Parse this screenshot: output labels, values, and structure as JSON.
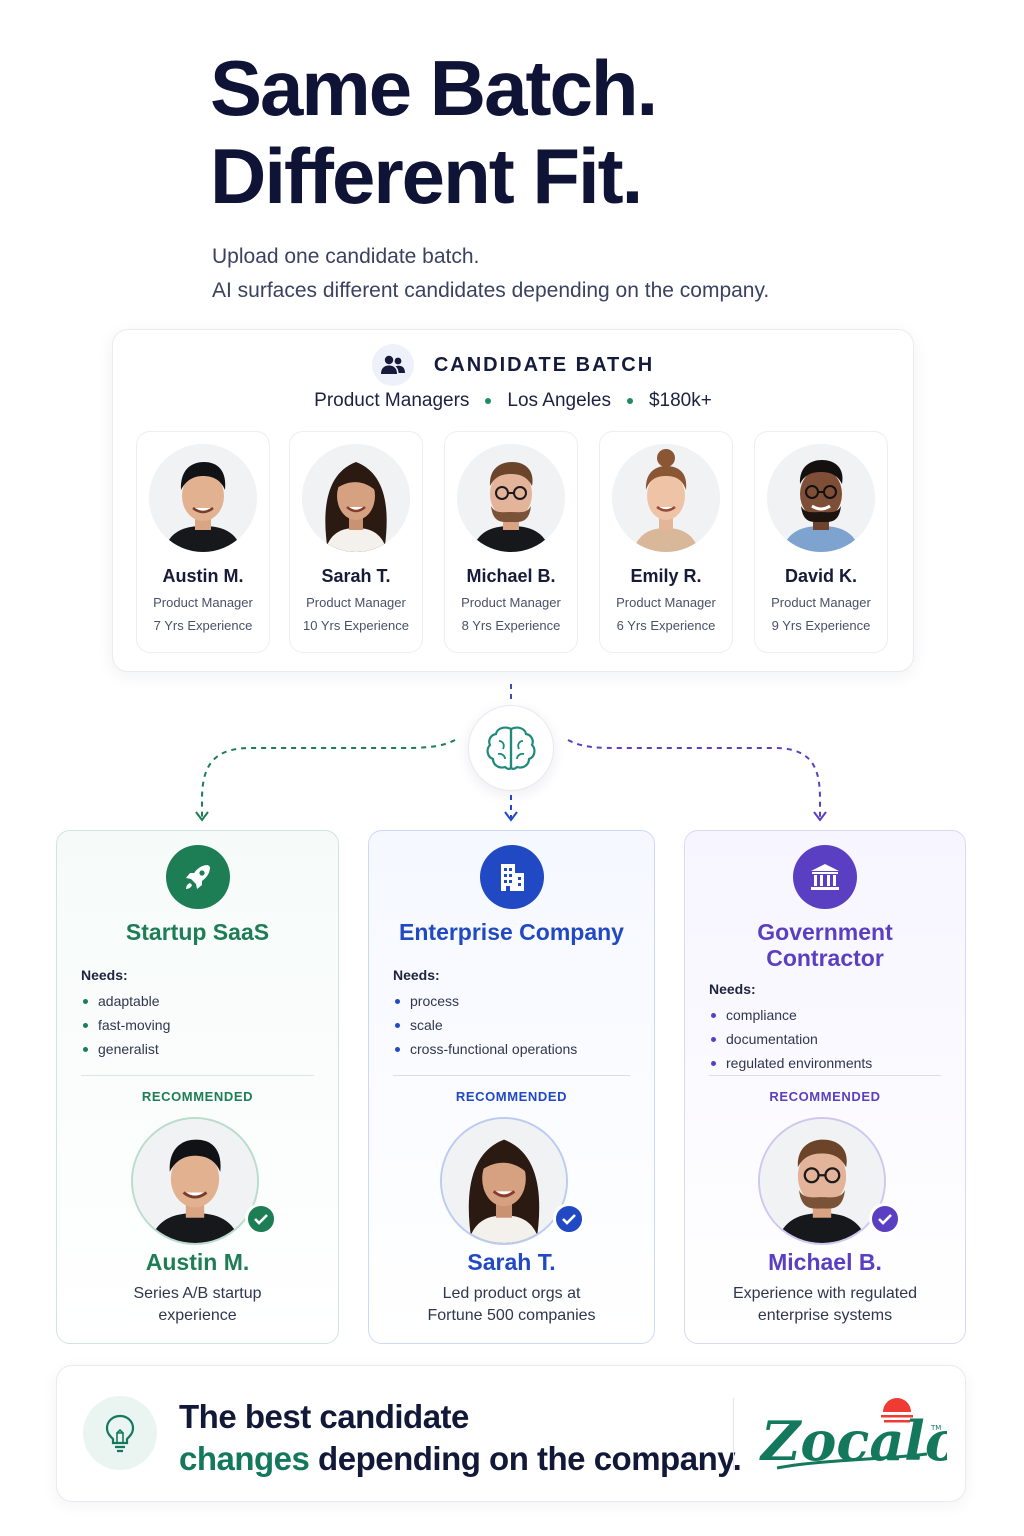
{
  "headline": {
    "line1": "Same Batch.",
    "line2": "Different Fit."
  },
  "subhead": {
    "line1": "Upload one candidate batch.",
    "line2": "AI surfaces different candidates depending on the company."
  },
  "batch": {
    "title": "CANDIDATE BATCH",
    "meta": [
      "Product Managers",
      "Los Angeles",
      "$180k+"
    ],
    "candidates": [
      {
        "name": "Austin M.",
        "role": "Product Manager",
        "experience": "7 Yrs Experience"
      },
      {
        "name": "Sarah T.",
        "role": "Product Manager",
        "experience": "10 Yrs Experience"
      },
      {
        "name": "Michael B.",
        "role": "Product Manager",
        "experience": "8 Yrs Experience"
      },
      {
        "name": "Emily R.",
        "role": "Product Manager",
        "experience": "6 Yrs Experience"
      },
      {
        "name": "David K.",
        "role": "Product Manager",
        "experience": "9 Yrs Experience"
      }
    ]
  },
  "companies": [
    {
      "title": "Startup SaaS",
      "icon": "rocket-icon",
      "color": "#1d7d55",
      "needs_label": "Needs:",
      "needs": [
        "adaptable",
        "fast-moving",
        "generalist"
      ],
      "recommended_label": "RECOMMENDED",
      "recommended_name": "Austin M.",
      "recommended_desc_1": "Series A/B startup",
      "recommended_desc_2": "experience"
    },
    {
      "title": "Enterprise Company",
      "icon": "building-icon",
      "color": "#2149c4",
      "needs_label": "Needs:",
      "needs": [
        "process",
        "scale",
        "cross-functional operations"
      ],
      "recommended_label": "RECOMMENDED",
      "recommended_name": "Sarah T.",
      "recommended_desc_1": "Led product orgs at",
      "recommended_desc_2": "Fortune 500 companies"
    },
    {
      "title_1": "Government",
      "title_2": "Contractor",
      "icon": "government-building-icon",
      "color": "#5b3fc2",
      "needs_label": "Needs:",
      "needs": [
        "compliance",
        "documentation",
        "regulated environments"
      ],
      "recommended_label": "RECOMMENDED",
      "recommended_name": "Michael B.",
      "recommended_desc_1": "Experience with regulated",
      "recommended_desc_2": "enterprise systems"
    }
  ],
  "banner": {
    "line1": "The best candidate",
    "line2_accent": "changes",
    "line2_rest": " depending on the company.",
    "logo_text": "Zocalo",
    "logo_tm": "TM",
    "accent_color": "#14785d"
  }
}
